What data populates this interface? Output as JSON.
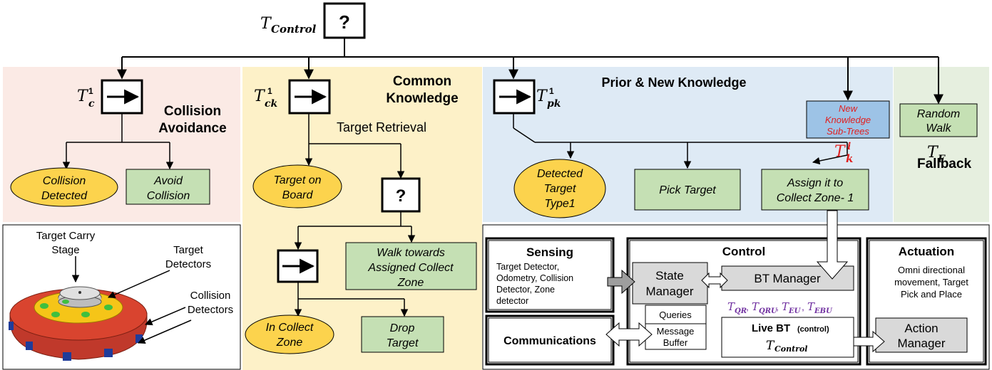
{
  "colors": {
    "collision_bg": "#fbeae5",
    "common_bg": "#fdf1c8",
    "prior_bg": "#deeaf5",
    "fallback_bg": "#e6efdf",
    "condition_fill": "#fcd34d",
    "action_fill": "#c5e0b4",
    "new_knowledge_fill": "#9dc3e6",
    "new_knowledge_text": "#e02020",
    "manager_fill": "#d9d9d9",
    "subtree_text": "#7030a0",
    "robot_body": "#c0392b",
    "robot_top": "#f5c518",
    "detector_blue": "#1f3c9a",
    "detector_green": "#3fbf3f"
  },
  "root": {
    "label": "T",
    "sub": "Control",
    "node": "?"
  },
  "sections": {
    "collision": {
      "label": "T",
      "sub": "c",
      "sup": "1",
      "title_line1": "Collision",
      "title_line2": "Avoidance",
      "condition_line1": "Collision",
      "condition_line2": "Detected",
      "action_line1": "Avoid",
      "action_line2": "Collision"
    },
    "common": {
      "label": "T",
      "sub": "ck",
      "sup": "1",
      "title_line1": "Common",
      "title_line2": "Knowledge",
      "subtitle": "Target Retrieval",
      "fallback_node": "?",
      "cond_on_board_1": "Target on",
      "cond_on_board_2": "Board",
      "walk_1": "Walk towards",
      "walk_2": "Assigned Collect",
      "walk_3": "Zone",
      "cond_zone_1": "In Collect",
      "cond_zone_2": "Zone",
      "drop_1": "Drop",
      "drop_2": "Target"
    },
    "prior": {
      "label": "T",
      "sub": "pk",
      "sup": "1",
      "title": "Prior & New Knowledge",
      "cond_1": "Detected",
      "cond_2": "Target",
      "cond_3": "Type1",
      "pick": "Pick Target",
      "assign_1": "Assign it to",
      "assign_2": "Collect Zone- 1",
      "new_1": "New",
      "new_2": "Knowledge",
      "new_3": "Sub-Trees",
      "new_label": "T",
      "new_sub": "k",
      "new_sup": "i"
    },
    "fallback": {
      "action_1": "Random",
      "action_2": "Walk",
      "label": "T",
      "sub": "F",
      "title": "Fallback"
    }
  },
  "robot": {
    "carry_1": "Target Carry",
    "carry_2": "Stage",
    "det_1": "Target",
    "det_2": "Detectors",
    "col_1": "Collision",
    "col_2": "Detectors"
  },
  "architecture": {
    "sensing_title": "Sensing",
    "sensing_1": "Target Detector,",
    "sensing_2": "Odometry, Collision",
    "sensing_3": "Detector, Zone",
    "sensing_4": "detector",
    "comm_title": "Communications",
    "control_title": "Control",
    "state_1": "State",
    "state_2": "Manager",
    "bt_manager": "BT Manager",
    "subtrees": [
      {
        "label": "T",
        "sub": "QR"
      },
      {
        "label": "T",
        "sub": "QRU"
      },
      {
        "label": "T",
        "sub": "EU"
      },
      {
        "label": "T",
        "sub": "EBU"
      }
    ],
    "queries": "Queries",
    "msg_1": "Message",
    "msg_2": "Buffer",
    "live_bt": "Live BT",
    "live_bt_suffix": "(control)",
    "live_label": "T",
    "live_sub": "Control",
    "actuation_title": "Actuation",
    "act_1": "Omni directional",
    "act_2": "movement, Target",
    "act_3": "Pick and Place",
    "action_mgr_1": "Action",
    "action_mgr_2": "Manager"
  }
}
